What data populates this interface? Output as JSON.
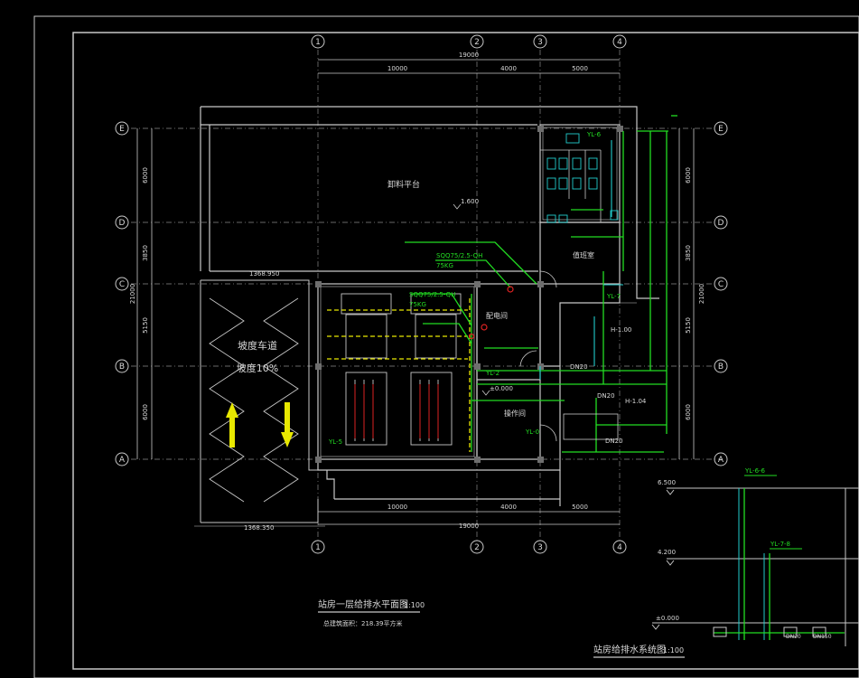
{
  "colors": {
    "background": "#000000",
    "lines": "#c8c8c8",
    "text": "#d8d8d8",
    "water_supply": "#22dd22",
    "drainage": "#22cccc",
    "highlight": "#e8e800",
    "red_mark": "#dd2222"
  },
  "grid_axes": {
    "columns": [
      "1",
      "2",
      "3",
      "4"
    ],
    "rows": [
      "E",
      "D",
      "C",
      "B",
      "A"
    ]
  },
  "dimensions": {
    "top_total": "19000",
    "top_segments": [
      "10000",
      "4000",
      "5000"
    ],
    "bottom_total": "19000",
    "bottom_segments": [
      "10000",
      "4000",
      "5000"
    ],
    "left_total": "21000",
    "left_segments": [
      "6000",
      "3850",
      "5150",
      "6000"
    ],
    "right_total": "21000",
    "right_segments": [
      "6000",
      "3850",
      "5150",
      "6000"
    ]
  },
  "elevations": {
    "ramp_top": "1368.950",
    "ramp_bottom": "1368.350",
    "platform": "1.600",
    "floor": "±0.000",
    "h1": "H-1.00",
    "h2": "H-1.04"
  },
  "rooms": {
    "platform": "卸料平台",
    "distribution": "配电间",
    "duty": "值班室",
    "operation": "操作间"
  },
  "ramp": {
    "label_line1": "坡度车道",
    "label_line2": "坡度10%"
  },
  "pipes": {
    "yl6_top": "YL-6",
    "yl7": "YL-7",
    "yl2": "YL-2",
    "yl5": "YL-5",
    "yl0": "YL-0",
    "dn20_a": "DN20",
    "dn20_b": "DN20",
    "dn20_c": "DN20"
  },
  "extinguishers": {
    "e1_model": "SQQ75/2.5-QH",
    "e1_weight": "75KG",
    "e2_model": "SQQ75/2.5-QH",
    "e2_weight": "75KG"
  },
  "titles": {
    "plan": "站房一层给排水平面图",
    "plan_scale": "1:100",
    "plan_area": "总建筑面积：218.39平方米",
    "system": "站房给排水系统图",
    "system_scale": "1:100"
  },
  "system_diagram": {
    "pipe_a": "YL-6-6",
    "pipe_b": "YL-7-8",
    "level_top": "6.500",
    "level_mid": "4.200",
    "level_bottom": "±0.000",
    "dn_a": "DN20",
    "dn_b": "DN150"
  }
}
